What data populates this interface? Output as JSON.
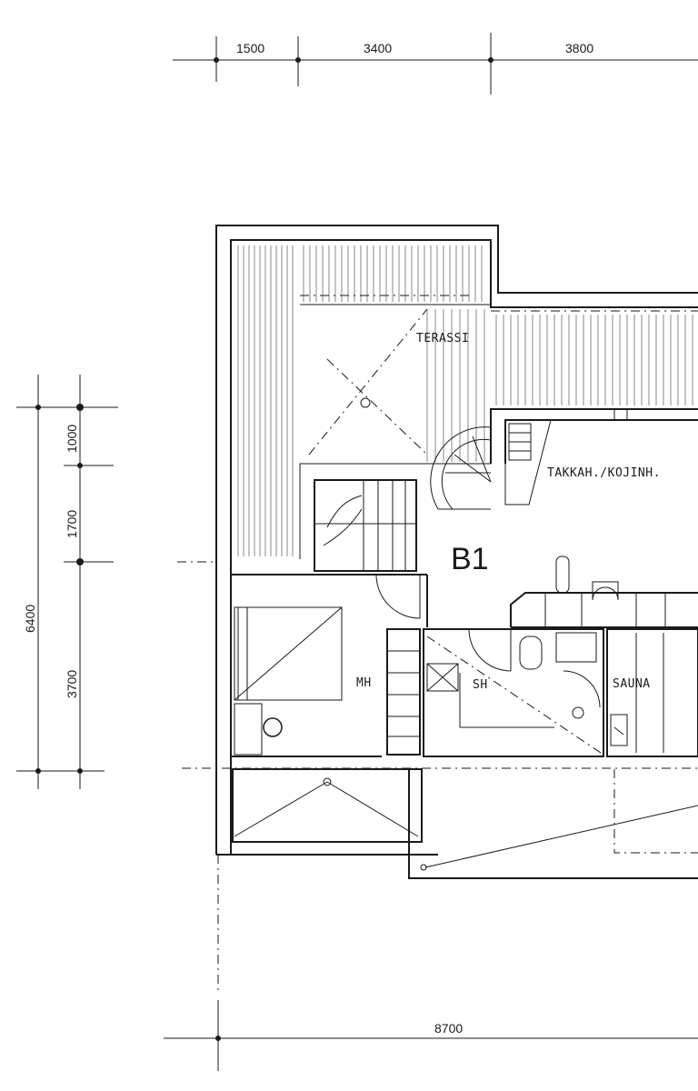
{
  "dimensions": {
    "top": [
      "1500",
      "3400",
      "3800"
    ],
    "left_total": "6400",
    "left_parts": [
      "1000",
      "1700",
      "3700"
    ],
    "bottom": "8700"
  },
  "rooms": {
    "terrace": "TERASSI",
    "living": "TAKKAH./KOJINH.",
    "unit": "B1",
    "bedroom": "MH",
    "bathroom": "SH",
    "sauna": "SAUNA"
  }
}
